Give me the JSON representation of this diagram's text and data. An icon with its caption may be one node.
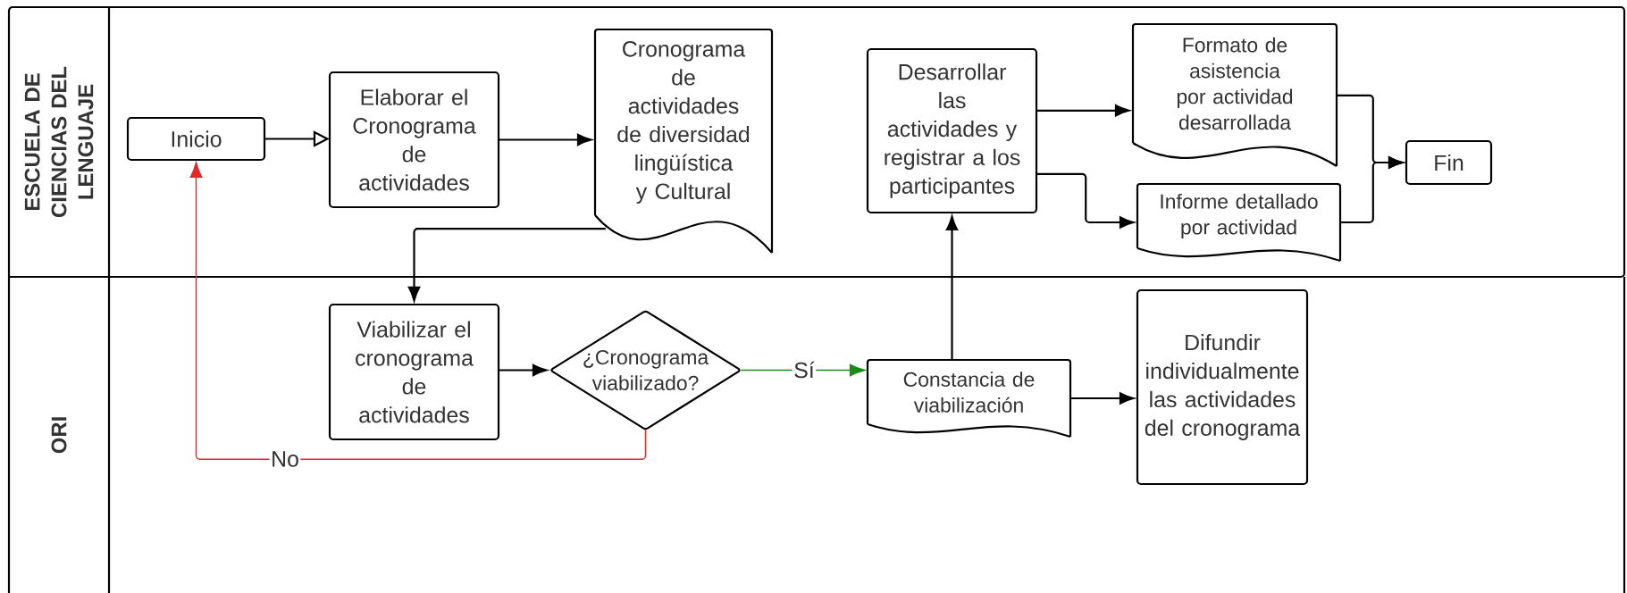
{
  "diagram": {
    "nodes": [
      {
        "text": [
          "ESCUELA DE CIENCIAS DEL LENGUAJE"
        ]
      },
      {
        "text": [
          "Inicio"
        ],
        "in": 0
      },
      {
        "text": [
          "Elaborar el Cronograma de actividades"
        ],
        "in": 0
      },
      {
        "text": [
          "Cronograma de actividades de diversidad lingüística y Cultural"
        ],
        "in": 0
      },
      {
        "text": [
          "Desarrollar las actividades y registrar a los participantes"
        ],
        "in": 0
      },
      {
        "text": [
          "Formato de asistencia por actividad desarrollada"
        ],
        "in": 0
      },
      {
        "text": [
          "Informe detallado por actividad"
        ],
        "in": 0
      },
      {
        "text": [
          "Fin"
        ],
        "in": 0
      },
      {
        "text": [
          "ORI"
        ]
      },
      {
        "text": [
          "Viabilizar el cronograma de actividades"
        ],
        "in": 8
      },
      {
        "text": [
          "¿Cronograma viabilizado?"
        ],
        "in": 8
      },
      {
        "text": [
          "Constancia de viabilización"
        ],
        "in": 8
      },
      {
        "text": [
          "Difundir individualmente las actividades del cronograma"
        ],
        "in": 8
      }
    ],
    "edges": [
      {
        "from": 1,
        "to": 2,
        "arrow": "to"
      },
      {
        "from": 2,
        "to": 3,
        "arrow": "to"
      },
      {
        "from": 3,
        "to": 9,
        "arrow": "to"
      },
      {
        "from": 9,
        "to": 10,
        "arrow": "to"
      },
      {
        "from": 10,
        "to": 11,
        "arrow": "to",
        "label": "Sí",
        "color": "#1a8a1a"
      },
      {
        "from": 10,
        "to": 1,
        "arrow": "to",
        "label": "No",
        "color": "#e02b2b"
      },
      {
        "from": 11,
        "to": 4,
        "arrow": "to"
      },
      {
        "from": 11,
        "to": 12,
        "arrow": "to"
      },
      {
        "from": 4,
        "to": 5,
        "arrow": "to"
      },
      {
        "from": 4,
        "to": 6,
        "arrow": "to"
      },
      {
        "from": 5,
        "to": 7,
        "arrow": "to"
      },
      {
        "from": 6,
        "to": 7,
        "arrow": "to"
      }
    ]
  }
}
